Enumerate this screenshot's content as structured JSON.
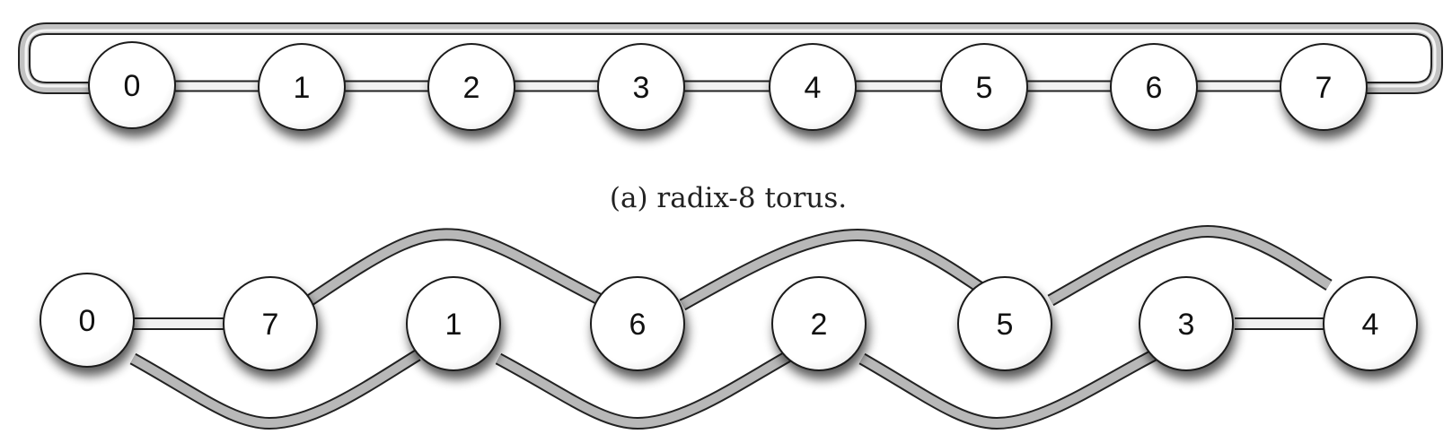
{
  "torus": {
    "caption": "(a) radix-8 torus.",
    "nodes": [
      "0",
      "1",
      "2",
      "3",
      "4",
      "5",
      "6",
      "7"
    ],
    "links": [
      [
        "0",
        "1"
      ],
      [
        "1",
        "2"
      ],
      [
        "2",
        "3"
      ],
      [
        "3",
        "4"
      ],
      [
        "4",
        "5"
      ],
      [
        "5",
        "6"
      ],
      [
        "6",
        "7"
      ],
      [
        "7",
        "0"
      ]
    ]
  },
  "folded_torus": {
    "nodes": [
      "0",
      "7",
      "1",
      "6",
      "2",
      "5",
      "3",
      "4"
    ],
    "links": [
      [
        "0",
        "7"
      ],
      [
        "7",
        "6"
      ],
      [
        "6",
        "5"
      ],
      [
        "5",
        "4"
      ],
      [
        "0",
        "1"
      ],
      [
        "1",
        "2"
      ],
      [
        "2",
        "3"
      ],
      [
        "3",
        "4"
      ]
    ]
  },
  "colors": {
    "node_fill": "#ffffff",
    "node_stroke": "#1a1a1a",
    "link_outer": "#222222",
    "link_fill_straight": "#f2f2f2",
    "link_fill_curved": "#b8b8b8",
    "text": "#111111"
  }
}
